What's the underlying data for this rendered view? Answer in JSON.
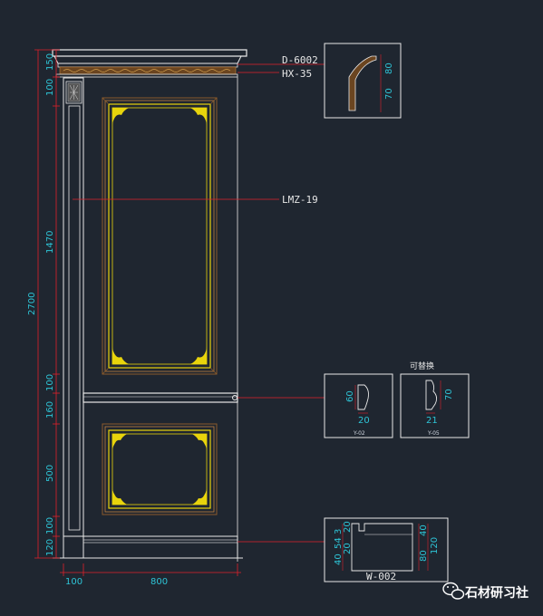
{
  "colors": {
    "background": "#1f2630",
    "dimension": "#2ec4d6",
    "leader": "#e0202a",
    "outline": "#e8e8e8",
    "panel_gold": "#e8d40c",
    "frame_brown": "#8b5a2b",
    "watermark": "#ffffff"
  },
  "callouts": {
    "cornice": "D-6002",
    "frieze": "HX-35",
    "upper_panel": "LMZ-19"
  },
  "left_dimensions": {
    "cornice": "150",
    "frieze": "100",
    "upper_panel": "1470",
    "chair_above": "100",
    "chair_rail": "160",
    "lower_panel": "500",
    "lower_rail": "100",
    "skirting": "120",
    "total": "2700"
  },
  "bottom_dimensions": {
    "pilaster": "100",
    "panel_width": "800"
  },
  "detail_top": {
    "d1": "80",
    "d2": "70"
  },
  "detail_mid_title": "可替换",
  "detail_mid_left": {
    "h": "60",
    "w": "20",
    "code": "Y-02"
  },
  "detail_mid_right": {
    "h": "70",
    "w": "21",
    "code": "Y-05"
  },
  "detail_bottom": {
    "label": "W-002",
    "d_3": "3",
    "d_54": "54",
    "d_40_left": "40",
    "d_20a": "20",
    "d_20b": "20",
    "d_40_right": "40",
    "d_80": "80",
    "d_120": "120"
  },
  "watermark": {
    "text": "石材研习社",
    "icon": "wechat-icon"
  }
}
